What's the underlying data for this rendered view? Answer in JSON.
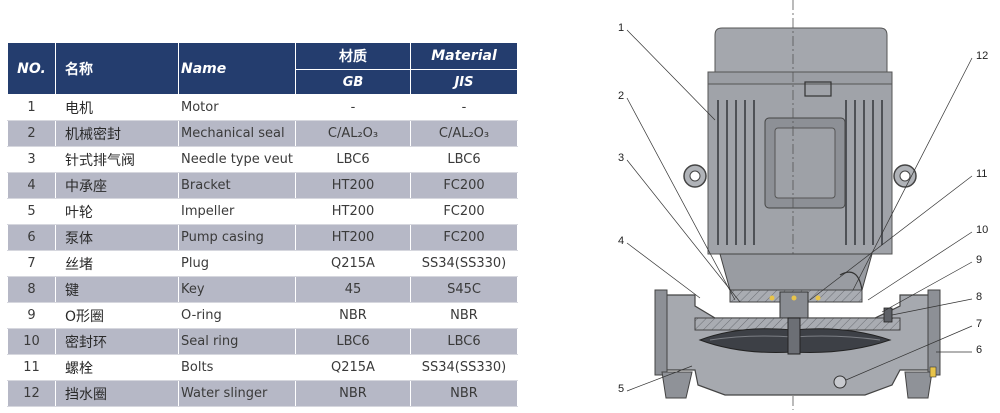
{
  "table": {
    "headers": {
      "no": "NO.",
      "cn_name": "名称",
      "en_name": "Name",
      "material_cn": "材质",
      "material_en": "Material",
      "gb": "GB",
      "jis": "JIS"
    },
    "rows": [
      {
        "no": "1",
        "cn": "电机",
        "en": "Motor",
        "gb": "-",
        "jis": "-"
      },
      {
        "no": "2",
        "cn": "机械密封",
        "en": "Mechanical seal",
        "gb": "C/AL₂O₃",
        "jis": "C/AL₂O₃"
      },
      {
        "no": "3",
        "cn": "针式排气阀",
        "en": "Needle type veut",
        "gb": "LBC6",
        "jis": "LBC6"
      },
      {
        "no": "4",
        "cn": "中承座",
        "en": "Bracket",
        "gb": "HT200",
        "jis": "FC200"
      },
      {
        "no": "5",
        "cn": "叶轮",
        "en": "Impeller",
        "gb": "HT200",
        "jis": "FC200"
      },
      {
        "no": "6",
        "cn": "泵体",
        "en": "Pump casing",
        "gb": "HT200",
        "jis": "FC200"
      },
      {
        "no": "7",
        "cn": "丝堵",
        "en": "Plug",
        "gb": "Q215A",
        "jis": "SS34(SS330)"
      },
      {
        "no": "8",
        "cn": "键",
        "en": "Key",
        "gb": "45",
        "jis": "S45C"
      },
      {
        "no": "9",
        "cn": "O形圈",
        "en": "O-ring",
        "gb": "NBR",
        "jis": "NBR"
      },
      {
        "no": "10",
        "cn": "密封环",
        "en": "Seal ring",
        "gb": "LBC6",
        "jis": "LBC6"
      },
      {
        "no": "11",
        "cn": "螺栓",
        "en": "Bolts",
        "gb": "Q215A",
        "jis": "SS34(SS330)"
      },
      {
        "no": "12",
        "cn": "挡水圈",
        "en": "Water slinger",
        "gb": "NBR",
        "jis": "NBR"
      }
    ]
  },
  "drawing": {
    "callouts": [
      "1",
      "2",
      "3",
      "4",
      "5",
      "6",
      "7",
      "8",
      "9",
      "10",
      "11",
      "12"
    ]
  },
  "colors": {
    "header_bg": "#243d6e",
    "stripe": "#b6b8c6",
    "drawing_fill": "#9fa2a8"
  }
}
